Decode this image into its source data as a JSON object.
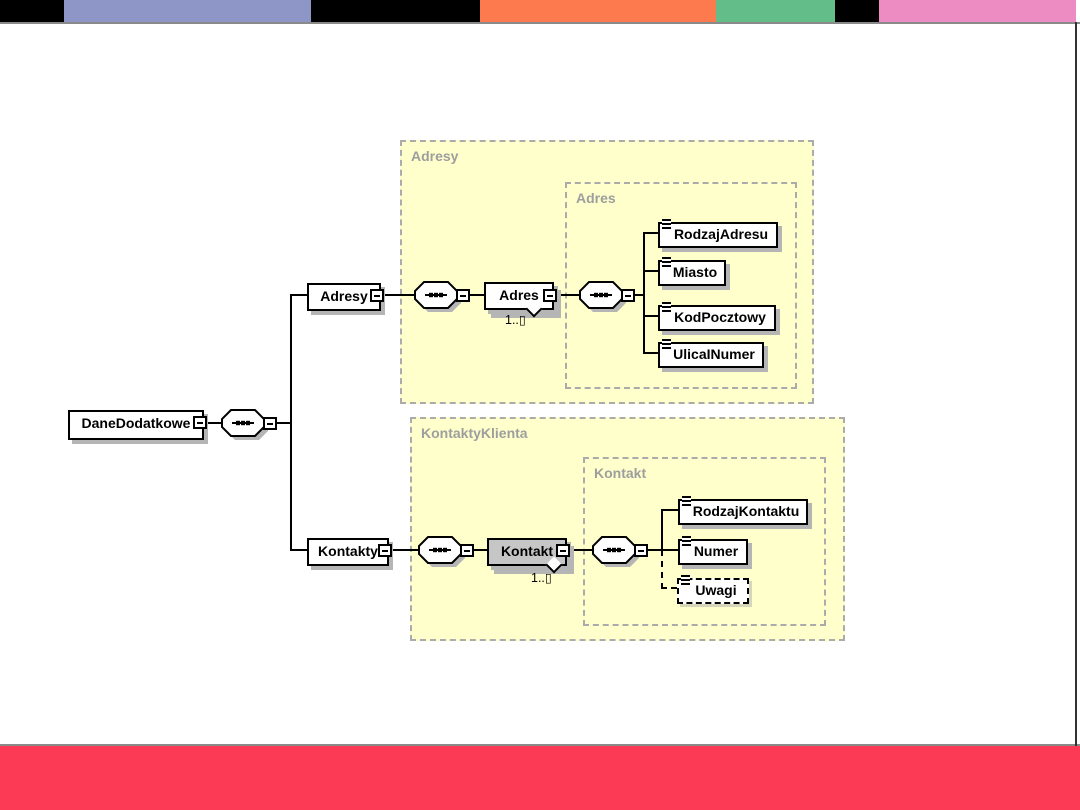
{
  "slide": {
    "colors": {
      "top_bar_segments": [
        "#000000",
        "#8e96c8",
        "#000000",
        "#fc7a4d",
        "#62bd89",
        "#000000",
        "#ec8cc2"
      ],
      "bottom_bar": "#fc3a56",
      "region_fill": "#ffffcc",
      "region_border": "#ababab",
      "region_label": "#9e9e9e",
      "selected_node_fill": "#c6c6c6",
      "shadow": "#b5b5b5"
    }
  },
  "diagram": {
    "nodes": {
      "dane_dodatkowe": "DaneDodatkowe",
      "adresy": "Adresy",
      "adres": "Adres",
      "kontakty": "Kontakty",
      "kontakt": "Kontakt",
      "rodzaj_adresu": "RodzajAdresu",
      "miasto": "Miasto",
      "kod_pocztowy": "KodPocztowy",
      "ulica_numer": "UlicaINumer",
      "rodzaj_kontaktu": "RodzajKontaktu",
      "numer": "Numer",
      "uwagi": "Uwagi"
    },
    "regions": {
      "adresy": "Adresy",
      "adres": "Adres",
      "kontakty_klienta": "KontaktyKlienta",
      "kontakt": "Kontakt"
    },
    "occurrence": {
      "adres": "1..▯",
      "kontakt": "1..▯"
    }
  }
}
